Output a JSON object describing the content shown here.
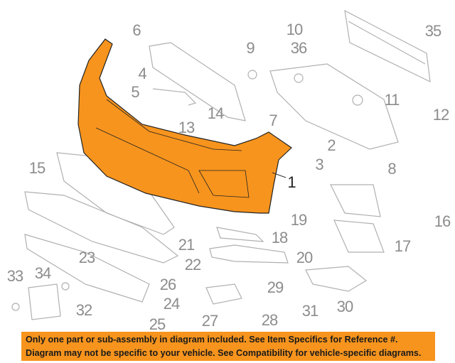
{
  "diagram": {
    "highlight_color": "#f7941d",
    "line_color": "#a8a8a8",
    "callouts": [
      {
        "label": "35"
      },
      {
        "label": "36"
      },
      {
        "label": "10"
      },
      {
        "label": "9"
      },
      {
        "label": "6"
      },
      {
        "label": "4"
      },
      {
        "label": "5"
      },
      {
        "label": "11"
      },
      {
        "label": "12"
      },
      {
        "label": "14"
      },
      {
        "label": "7"
      },
      {
        "label": "13"
      },
      {
        "label": "2"
      },
      {
        "label": "3"
      },
      {
        "label": "8"
      },
      {
        "label": "1"
      },
      {
        "label": "15"
      },
      {
        "label": "16"
      },
      {
        "label": "17"
      },
      {
        "label": "19"
      },
      {
        "label": "18"
      },
      {
        "label": "21"
      },
      {
        "label": "20"
      },
      {
        "label": "22"
      },
      {
        "label": "23"
      },
      {
        "label": "26"
      },
      {
        "label": "33"
      },
      {
        "label": "34"
      },
      {
        "label": "29"
      },
      {
        "label": "31"
      },
      {
        "label": "30"
      },
      {
        "label": "24"
      },
      {
        "label": "32"
      },
      {
        "label": "27"
      },
      {
        "label": "28"
      },
      {
        "label": "25"
      }
    ]
  },
  "banner": {
    "line1": "Only one part or sub-assembly in diagram included. See Item Specifics for Reference #.",
    "line2": "Diagram may not be specific to your vehicle. See Compatibility for vehicle-specific diagrams.",
    "color": "#f7941d"
  }
}
